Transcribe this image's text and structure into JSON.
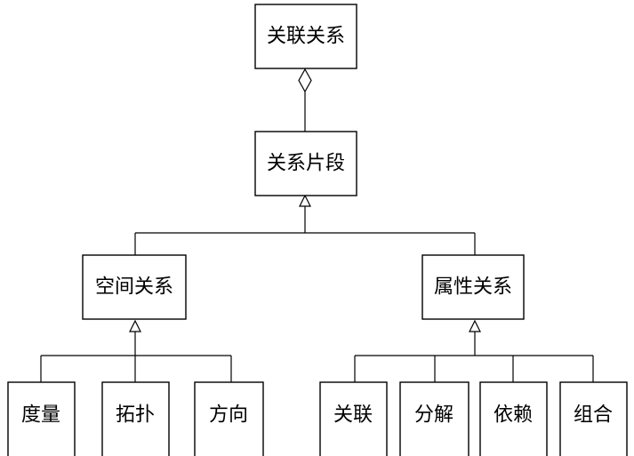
{
  "nodes": {
    "associated_relation": "关联关系",
    "relation_fragment": "关系片段",
    "spatial_relation": "空间关系",
    "attribute_relation": "属性关系",
    "measure": "度量",
    "topology": "拓扑",
    "direction": "方向",
    "association": "关联",
    "decomposition": "分解",
    "dependency": "依赖",
    "composition": "组合"
  },
  "relationships": {
    "fragment_to_associated": "aggregation",
    "spatial_to_fragment": "generalization",
    "attribute_to_fragment": "generalization",
    "measure_topology_direction_to_spatial": "generalization",
    "association_decomposition_dependency_composition_to_attribute": "generalization"
  }
}
